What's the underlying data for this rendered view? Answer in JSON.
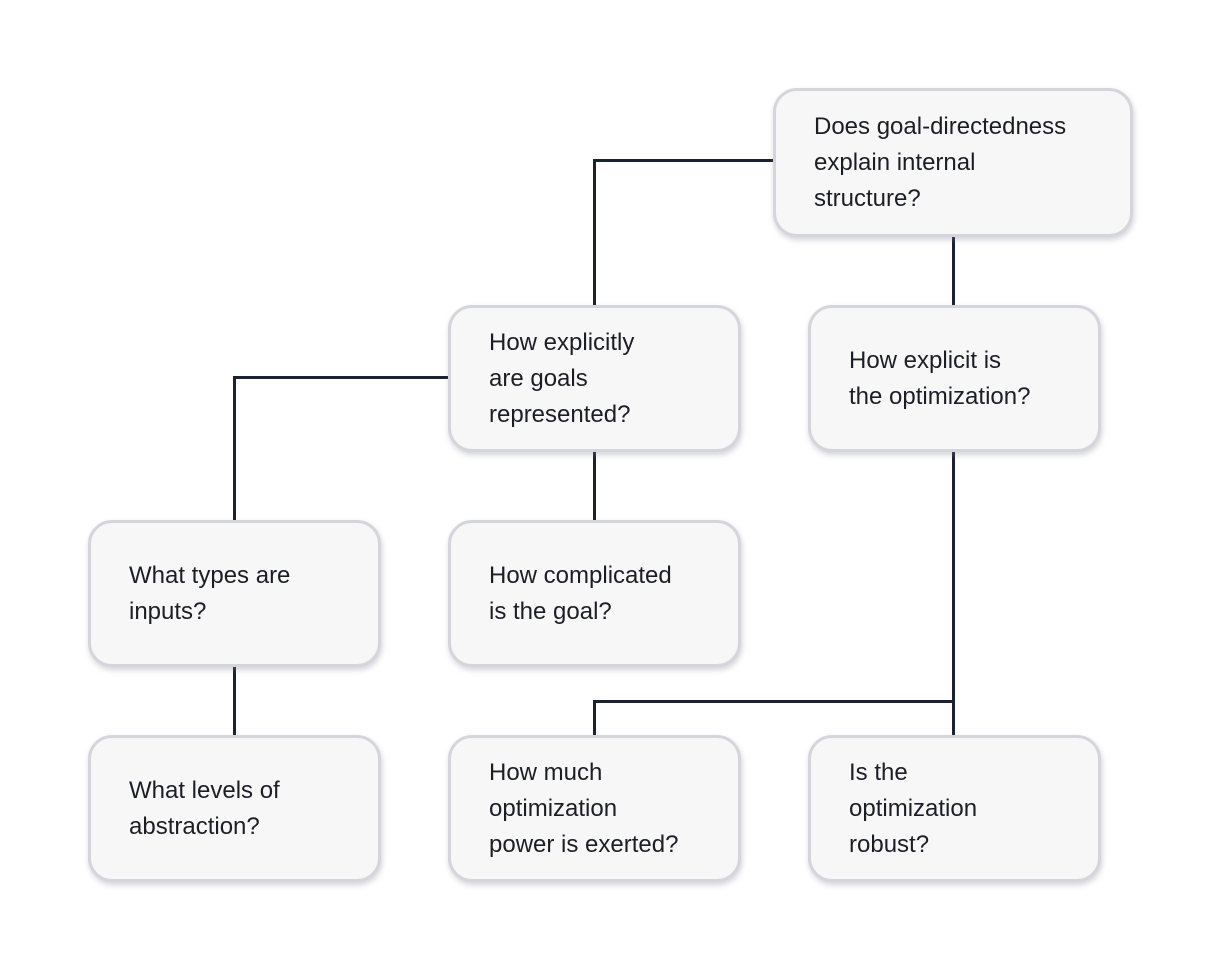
{
  "diagram": {
    "colors": {
      "bg": "#ffffff",
      "node-fill": "#f7f7f8",
      "node-border": "#d5d5dc",
      "connector": "#1b2232",
      "text": "#1d1d26"
    },
    "nodes": [
      {
        "id": "internal-structure",
        "label": "Does goal-directedness\nexplain internal\nstructure?"
      },
      {
        "id": "goal-explicitness",
        "label": "How explicitly\nare goals\nrepresented?"
      },
      {
        "id": "optimization-explicitness",
        "label": "How explicit is\nthe optimization?"
      },
      {
        "id": "input-types",
        "label": "What types are\ninputs?"
      },
      {
        "id": "goal-complexity",
        "label": "How complicated\nis the goal?"
      },
      {
        "id": "abstraction-levels",
        "label": "What levels of\nabstraction?"
      },
      {
        "id": "optimization-power",
        "label": "How much\noptimization\npower is exerted?"
      },
      {
        "id": "optimization-robustness",
        "label": "Is the\noptimization\nrobust?"
      }
    ],
    "edges": [
      {
        "from": "internal-structure",
        "to": "goal-explicitness"
      },
      {
        "from": "internal-structure",
        "to": "optimization-explicitness"
      },
      {
        "from": "goal-explicitness",
        "to": "input-types"
      },
      {
        "from": "goal-explicitness",
        "to": "goal-complexity"
      },
      {
        "from": "input-types",
        "to": "abstraction-levels"
      },
      {
        "from": "optimization-explicitness",
        "to": "optimization-power"
      },
      {
        "from": "optimization-explicitness",
        "to": "optimization-robustness"
      }
    ]
  }
}
